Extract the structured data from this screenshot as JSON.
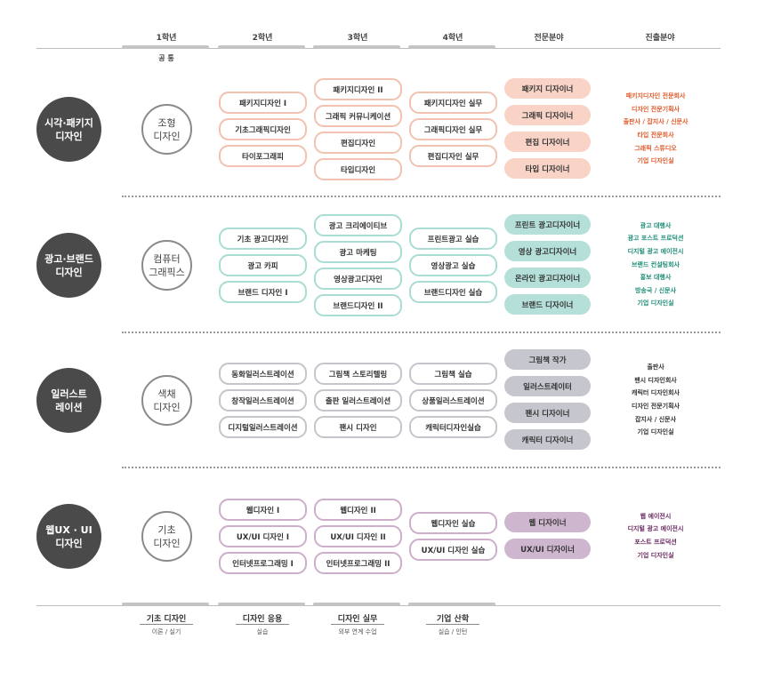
{
  "header": {
    "columns": [
      "1학년",
      "2학년",
      "3학년",
      "4학년",
      "전문분야",
      "진출분야"
    ],
    "common_label": "공 통"
  },
  "colors": {
    "track_circle": "#4a4a4a",
    "visual_border": "#f2c2b0",
    "visual_fill": "#f8d3c6",
    "visual_career": "#e05a2b",
    "ad_border": "#a9dcd3",
    "ad_fill": "#b5e0d9",
    "ad_career": "#1f8e7a",
    "illust_border": "#c4c6cc",
    "illust_fill": "#c5c6ce",
    "illust_career": "#333333",
    "web_border": "#cdaecb",
    "web_fill": "#cfb6cf",
    "web_career": "#6b2a62"
  },
  "tracks": [
    {
      "name": "시각·패키지\n디자인",
      "base": "조형\n디자인",
      "year2": [
        "패키지디자인 I",
        "기초그래픽디자인",
        "타이포그래피"
      ],
      "year3": [
        "패키지디자인 II",
        "그래픽 커뮤니케이션",
        "편집디자인",
        "타입디자인"
      ],
      "year4": [
        "패키지디자인 실무",
        "그래픽디자인 실무",
        "편집디자인 실무"
      ],
      "specialties": [
        "패키지 디자이너",
        "그래픽 디자이너",
        "편집 디자이너",
        "타입 디자이너"
      ],
      "careers": [
        "패키지디자인 전문회사",
        "디자인 전문기획사",
        "출판사 / 잡지사 / 신문사",
        "타입 전문회사",
        "그래픽 스튜디오",
        "기업 디자인실"
      ]
    },
    {
      "name": "광고·브랜드\n디자인",
      "base": "컴퓨터\n그래픽스",
      "year2": [
        "기초 광고디자인",
        "광고 카피",
        "브랜드 디자인 I"
      ],
      "year3": [
        "광고 크리에이티브",
        "광고 마케팅",
        "영상광고디자인",
        "브랜드디자인 II"
      ],
      "year4": [
        "프린트광고 실습",
        "영상광고 실습",
        "브랜드디자인 실습"
      ],
      "specialties": [
        "프린트 광고디자이너",
        "영상 광고디자이너",
        "온라인 광고디자이너",
        "브랜드 디자이너"
      ],
      "careers": [
        "광고 대행사",
        "광고 포스트 프로덕션",
        "디지털 광고 에이전시",
        "브랜드 컨설팅회사",
        "홍보 대행사",
        "방송국 / 신문사",
        "기업 디자인실"
      ]
    },
    {
      "name": "일러스트\n레이션",
      "base": "색채\n디자인",
      "year2": [
        "동화일러스트레이션",
        "창작일러스트레이션",
        "디지털일러스트레이션"
      ],
      "year3": [
        "그림책 스토리텔링",
        "출판 일러스트레이션",
        "팬시 디자인"
      ],
      "year4": [
        "그림책 실습",
        "상품일러스트레이션",
        "캐릭터디자인실습"
      ],
      "specialties": [
        "그림책 작가",
        "일러스트레이터",
        "팬시 디자이너",
        "캐릭터 디자이너"
      ],
      "careers": [
        "출판사",
        "팬시 디자인회사",
        "캐릭터 디자인회사",
        "디자인 전문기획사",
        "잡지사 / 신문사",
        "기업 디자인실"
      ]
    },
    {
      "name": "웹UX · UI\n디자인",
      "base": "기초\n디자인",
      "year2": [
        "웹디자인 I",
        "UX/UI 디자인 I",
        "인터넷프로그래밍 I"
      ],
      "year3": [
        "웹디자인 II",
        "UX/UI 디자인 II",
        "인터넷프로그래밍 II"
      ],
      "year4": [
        "웹디자인 실습",
        "UX/UI 디자인 실습"
      ],
      "specialties": [
        "웹 디자이너",
        "UX/UI 디자이너"
      ],
      "careers": [
        "웹 에이전시",
        "디지털 광고 에이전시",
        "포스트 프로덕션",
        "기업 디자인실"
      ]
    }
  ],
  "footer": [
    {
      "title": "기초 디자인",
      "sub": "이론 / 실기"
    },
    {
      "title": "디자인 응용",
      "sub": "실습"
    },
    {
      "title": "디자인 실무",
      "sub": "외부 연계 수업"
    },
    {
      "title": "기업 산학",
      "sub": "실습 / 인턴"
    }
  ]
}
